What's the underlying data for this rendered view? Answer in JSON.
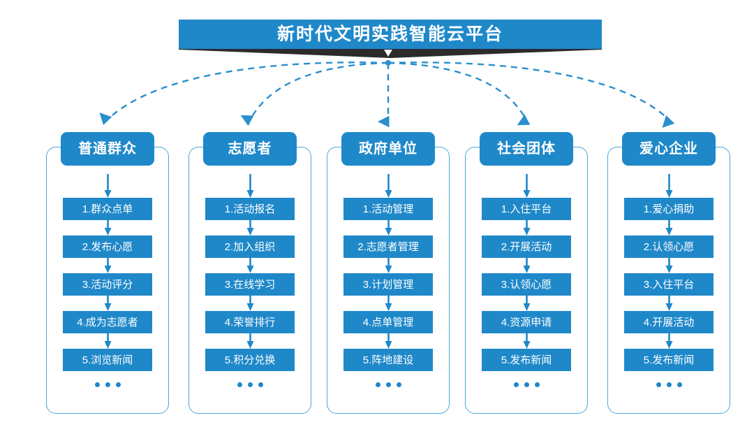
{
  "page": {
    "background": "#ffffff",
    "accent_blue": "#1f88c9",
    "border_blue": "#4aa8db",
    "shadow_dark": "#2b2b2b"
  },
  "title": {
    "text": "新时代文明实践智能云平台",
    "chevron_icon": "chevron-down-icon"
  },
  "columns": [
    {
      "header": "普通群众",
      "steps": [
        "1.群众点单",
        "2.发布心愿",
        "3.活动评分",
        "4.成为志愿者",
        "5.浏览新闻"
      ],
      "ellipsis": "..."
    },
    {
      "header": "志愿者",
      "steps": [
        "1.活动报名",
        "2.加入组织",
        "3.在线学习",
        "4.荣誉排行",
        "5.积分兑换"
      ],
      "ellipsis": "..."
    },
    {
      "header": "政府单位",
      "steps": [
        "1.活动管理",
        "2.志愿者管理",
        "3.计划管理",
        "4.点单管理",
        "5.阵地建设"
      ],
      "ellipsis": "..."
    },
    {
      "header": "社会团体",
      "steps": [
        "1.入住平台",
        "2.开展活动",
        "3.认领心愿",
        "4.资源申请",
        "5.发布新闻"
      ],
      "ellipsis": "..."
    },
    {
      "header": "爱心企业",
      "steps": [
        "1.爱心捐助",
        "2.认领心愿",
        "3.入住平台",
        "4.开展活动",
        "5.发布新闻"
      ],
      "ellipsis": "..."
    }
  ],
  "connectors": {
    "style": "dashed",
    "color": "#2a8fcc",
    "origin_label": "新时代文明实践智能云平台",
    "targets": [
      "普通群众",
      "志愿者",
      "政府单位",
      "社会团体",
      "爱心企业"
    ]
  }
}
